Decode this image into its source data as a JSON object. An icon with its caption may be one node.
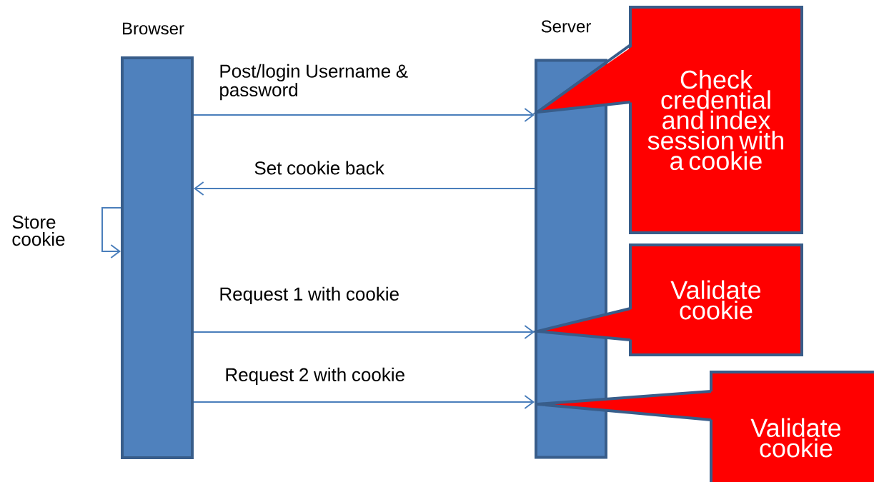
{
  "diagram": {
    "nodes": [
      {
        "text": [
          "Browser"
        ]
      },
      {
        "text": [
          "Server"
        ]
      },
      {
        "text": [
          "Check credential and index session with a cookie"
        ]
      },
      {
        "text": [
          "Validate cookie"
        ]
      },
      {
        "text": [
          "Validate cookie"
        ]
      }
    ],
    "edges": [
      {
        "from": 0,
        "to": 1,
        "arrow": "to",
        "label": "Post/login Username & password"
      },
      {
        "from": 1,
        "to": 0,
        "arrow": "to",
        "label": "Set cookie back"
      },
      {
        "from": 0,
        "to": 0,
        "arrow": "to",
        "label": "Store cookie"
      },
      {
        "from": 0,
        "to": 1,
        "arrow": "to",
        "label": "Request 1 with cookie"
      },
      {
        "from": 0,
        "to": 1,
        "arrow": "to",
        "label": "Request 2 with cookie"
      }
    ]
  }
}
